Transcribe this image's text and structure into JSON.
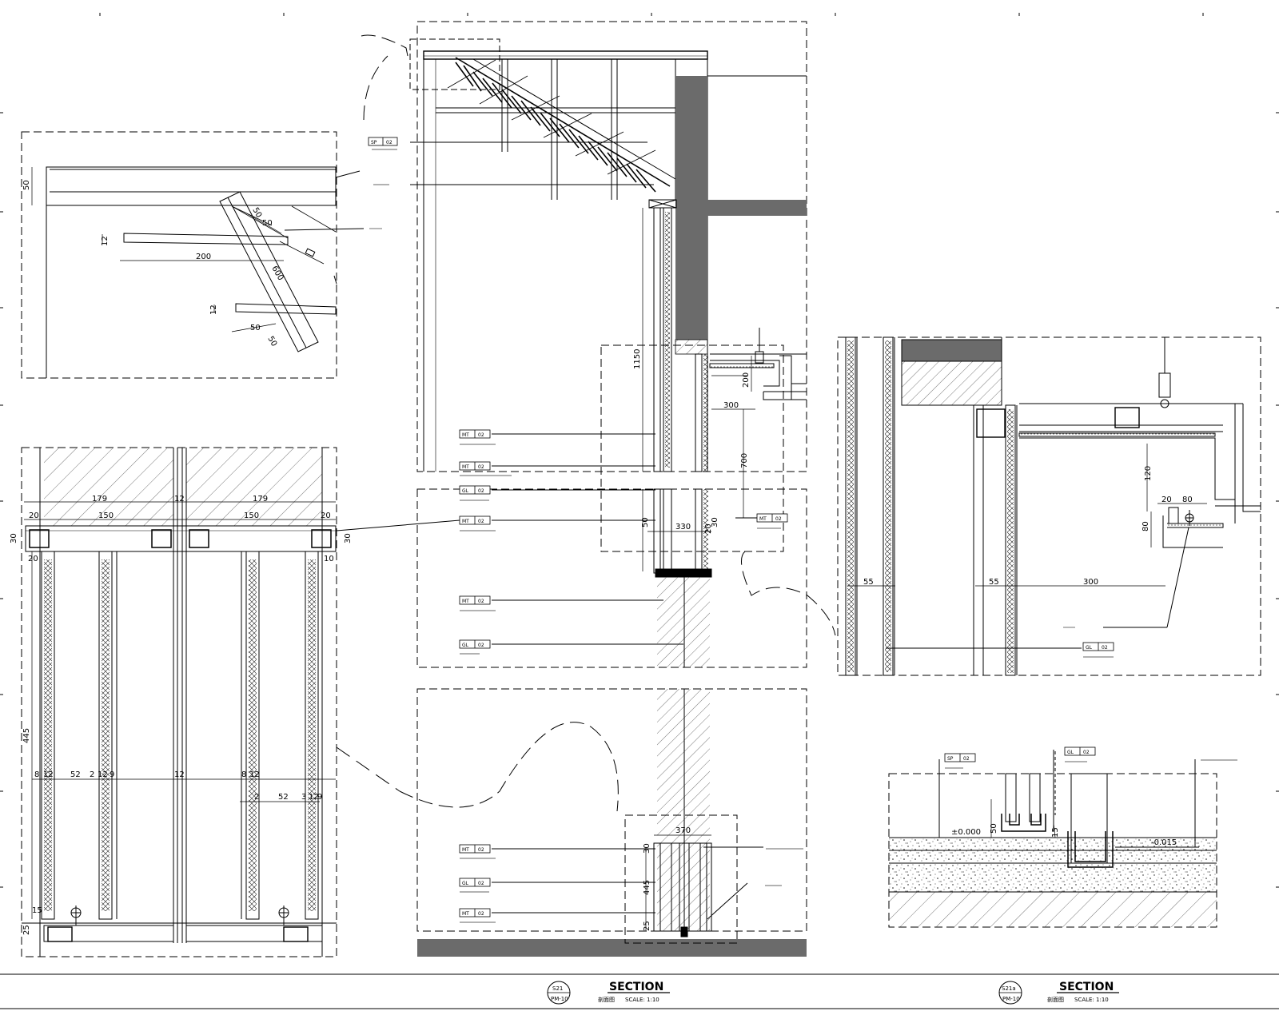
{
  "dims": {
    "d50a": "50",
    "d50b": "50",
    "d50c": "50",
    "d12a": "12",
    "d200a": "200",
    "d600": "600",
    "d12b": "12",
    "d50d": "50",
    "d50e": "50",
    "d1150": "1150",
    "d200b": "200",
    "d300a": "300",
    "d700": "700",
    "d50f": "50",
    "d330": "330",
    "d30a": "30",
    "d20a": "20",
    "d370": "370",
    "d30b": "30",
    "d445a": "445",
    "d25a": "25",
    "d179a": "179",
    "d179b": "179",
    "d12c": "12",
    "d150a": "150",
    "d150b": "150",
    "d20b": "20",
    "d20c": "20",
    "d30c": "30",
    "d30d": "30",
    "d20d": "20",
    "d10": "10",
    "d445b": "445",
    "d8a": "8",
    "d12d": "12",
    "d52a": "52",
    "d2a": "2",
    "d12e": "12",
    "d9a": "9",
    "d12f": "12",
    "d8b": "8",
    "d12g": "12",
    "d2b": "2",
    "d52b": "52",
    "d3": "3",
    "d12h": "12",
    "d9b": "9",
    "d15a": "15",
    "d25b": "25",
    "d120": "120",
    "d20e": "20",
    "d80a": "80",
    "d80b": "80",
    "d55a": "55",
    "d55b": "55",
    "d300b": "300",
    "d0000": "±0.000",
    "d015": "-0.015",
    "d50g": "50",
    "d15b": "15"
  },
  "tags": {
    "t1": [
      "SP",
      "02"
    ],
    "t2": [
      "MT",
      "02"
    ],
    "t3": [
      "MT",
      "02"
    ],
    "t4": [
      "GL",
      "02"
    ],
    "t5": [
      "MT",
      "02"
    ],
    "t6": [
      "MT",
      "02"
    ],
    "t7": [
      "GL",
      "02"
    ],
    "t8": [
      "MT",
      "02"
    ],
    "t9": [
      "GL",
      "02"
    ],
    "t10": [
      "MT",
      "02"
    ],
    "t11": [
      "MT",
      "02"
    ],
    "t12": [
      "GL",
      "02"
    ],
    "t13": [
      "SP",
      "02"
    ],
    "t14": [
      "GL",
      "02"
    ]
  },
  "titles": {
    "left": {
      "code": "S21",
      "sub_code": "PM-10",
      "title": "SECTION",
      "subtitle": "剖面图",
      "scale": "SCALE: 1:10"
    },
    "right": {
      "code": "S21a",
      "sub_code": "PM-10",
      "title": "SECTION",
      "subtitle": "剖面图",
      "scale": "SCALE: 1:10"
    }
  }
}
